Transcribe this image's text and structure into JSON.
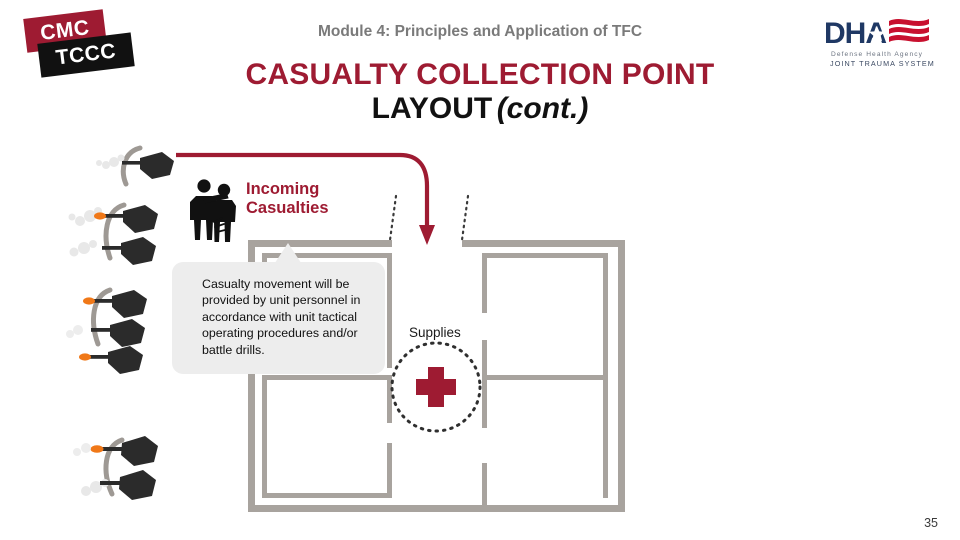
{
  "slide": {
    "module_line": "Module 4: Principles and Application of TFC",
    "title_line1": "CASUALTY COLLECTION POINT",
    "title_line2": "LAYOUT",
    "title_cont": "(cont.)",
    "page_number": "35"
  },
  "logos": {
    "cmc": {
      "top_text": "CMC",
      "bottom_text": "TCCC",
      "top_color": "#9E1B32",
      "bottom_color": "#111111"
    },
    "dha": {
      "mark_text": "DHA",
      "agency_line": "Defense Health Agency",
      "system_line": "JOINT TRAUMA SYSTEM",
      "navy": "#1F3864",
      "red": "#C8102E"
    }
  },
  "diagram": {
    "incoming_label": "Incoming\nCasualties",
    "incoming_label_color": "#9E1B32",
    "supplies_label": "Supplies",
    "cross_color": "#9E1B32",
    "wall_color": "#A8A39E",
    "arrow_color": "#9E1B32",
    "callout_text": "Casualty movement will be provided by unit personnel in accordance with unit tactical operating procedures and/or battle drills.",
    "callout_bg": "#EDEDED",
    "combatant_color": "#2B2B2B",
    "muzzle_flash_color": "#F07818",
    "cover_arc_color": "#9E9994",
    "smoke_color": "#E3E3E3"
  }
}
